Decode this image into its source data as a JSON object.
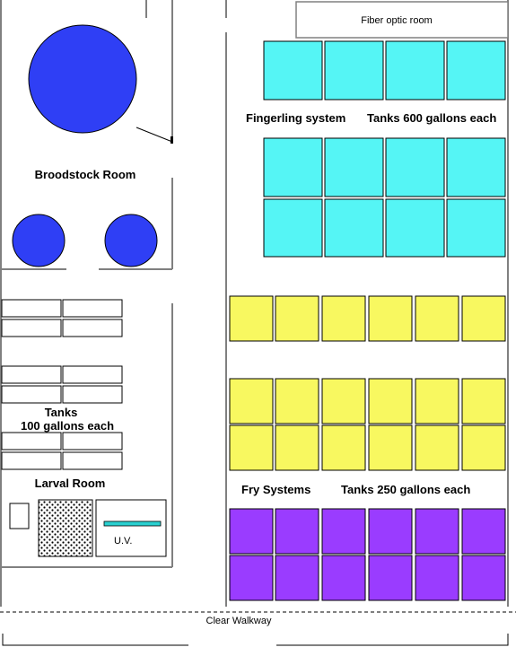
{
  "labels": {
    "fiber_optic_room": "Fiber optic room",
    "fingerling_system": "Fingerling system",
    "fingerling_tanks": "Tanks 600 gallons each",
    "broodstock_room": "Broodstock Room",
    "larval_tanks_line1": "Tanks",
    "larval_tanks_line2": "100 gallons each",
    "larval_room": "Larval Room",
    "uv": "U.V.",
    "fry_systems": "Fry Systems",
    "fry_tanks": "Tanks 250 gallons each",
    "walkway": "Clear Walkway"
  },
  "colors": {
    "fingerling_tank": "#55f5f5",
    "fry_tank": "#f8f860",
    "purple_tank": "#9a3cff",
    "broodstock_tank": "#2f3ff5",
    "uv_bar": "#2ad0d0",
    "wall": "#808080"
  },
  "counts": {
    "fingerling_tanks": 12,
    "yellow_fry_tanks": 18,
    "purple_fry_tanks": 12,
    "larval_tanks": 12,
    "broodstock_tanks": 3
  }
}
